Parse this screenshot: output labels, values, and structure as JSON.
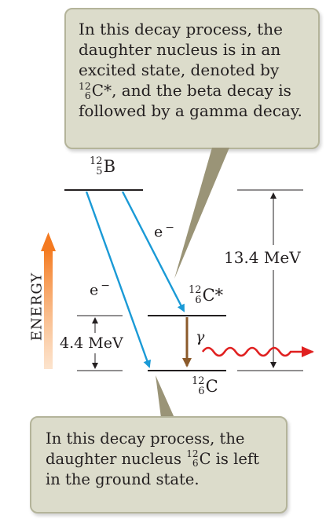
{
  "callout_top": {
    "line1": "In this decay process, the",
    "line2": "daughter nucleus is in an",
    "line3": "excited state, denoted by",
    "line4_nuclide": {
      "mass": "12",
      "atomic": "6",
      "symbol": "C*"
    },
    "line4_rest": ", and the beta decay is",
    "line5": "followed by a gamma decay."
  },
  "callout_bottom": {
    "line1": "In this decay process, the",
    "line2_pre": "daughter nucleus ",
    "line2_nuclide": {
      "mass": "12",
      "atomic": "6",
      "symbol": "C"
    },
    "line2_post": " is left",
    "line3": "in the ground state."
  },
  "levels": {
    "parent": {
      "mass": "12",
      "atomic": "5",
      "symbol": "B"
    },
    "excited": {
      "mass": "12",
      "atomic": "6",
      "symbol": "C*"
    },
    "ground": {
      "mass": "12",
      "atomic": "6",
      "symbol": "C"
    }
  },
  "labels": {
    "electron_right": "e",
    "electron_left": "e",
    "electron_sign": "−",
    "gamma": "γ",
    "energy_axis": "ENERGY",
    "gap_total": "13.4 MeV",
    "gap_excited": "4.4 MeV"
  },
  "colors": {
    "beta_arrow": "#1a9ad6",
    "gamma_arrow": "#8b5a2b",
    "photon": "#e02020",
    "energy_arrow": "#f47a20",
    "callout_fill": "#dcdccb",
    "leader": "#9a9477"
  }
}
